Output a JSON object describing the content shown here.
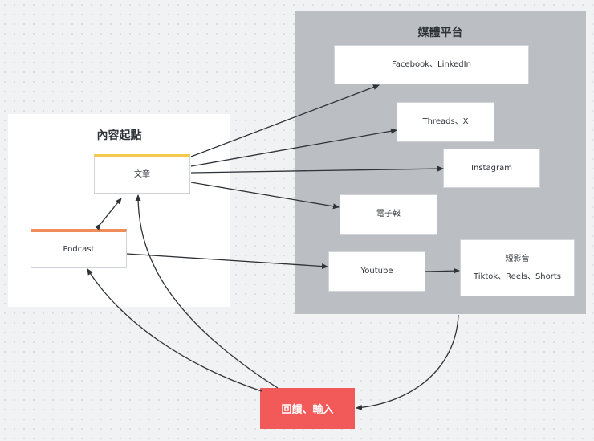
{
  "frames": {
    "content": {
      "title": "內容起點"
    },
    "media": {
      "title": "媒體平台"
    }
  },
  "nodes": {
    "article": "文章",
    "podcast": "Podcast",
    "facebook": "Facebook、LinkedIn",
    "threads": "Threads、X",
    "instagram": "Instagram",
    "newsletter": "電子報",
    "youtube": "Youtube",
    "shortvideo_title": "短影音",
    "shortvideo_sub": "Tiktok、Reels、Shorts",
    "feedback": "回饋、輸入"
  },
  "colors": {
    "article_bar": "#f2c94c",
    "podcast_bar": "#ef8d5a",
    "feedback_bg": "#f25a5a",
    "media_frame_bg": "#bbbfc4"
  }
}
